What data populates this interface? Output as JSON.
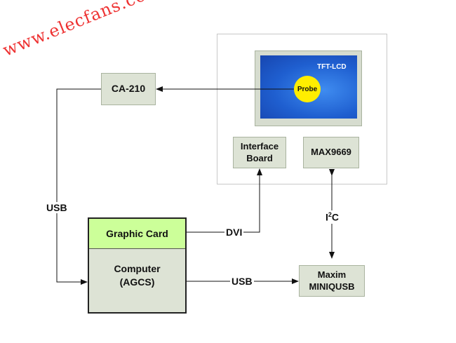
{
  "watermark": "www.elecfans.com",
  "panel": {
    "screen_label": "TFT-LCD",
    "probe_label": "Probe"
  },
  "blocks": {
    "ca210": "CA-210",
    "interface_board": "Interface\nBoard",
    "max9669": "MAX9669",
    "graphic_card": "Graphic Card",
    "computer": "Computer\n(AGCS)",
    "maxim_miniqusb": "Maxim\nMINIQUSB"
  },
  "links": {
    "usb_left": "USB",
    "dvi": "DVI",
    "usb_bottom": "USB",
    "i2c_main": "I",
    "i2c_sup": "2",
    "i2c_tail": "C"
  },
  "colors": {
    "block_fill": "#dde3d5",
    "graphic_card_fill": "#ccff99",
    "screen_blue": "#1f5fd0",
    "probe_yellow": "#ffee00",
    "watermark_red": "#e33333"
  }
}
